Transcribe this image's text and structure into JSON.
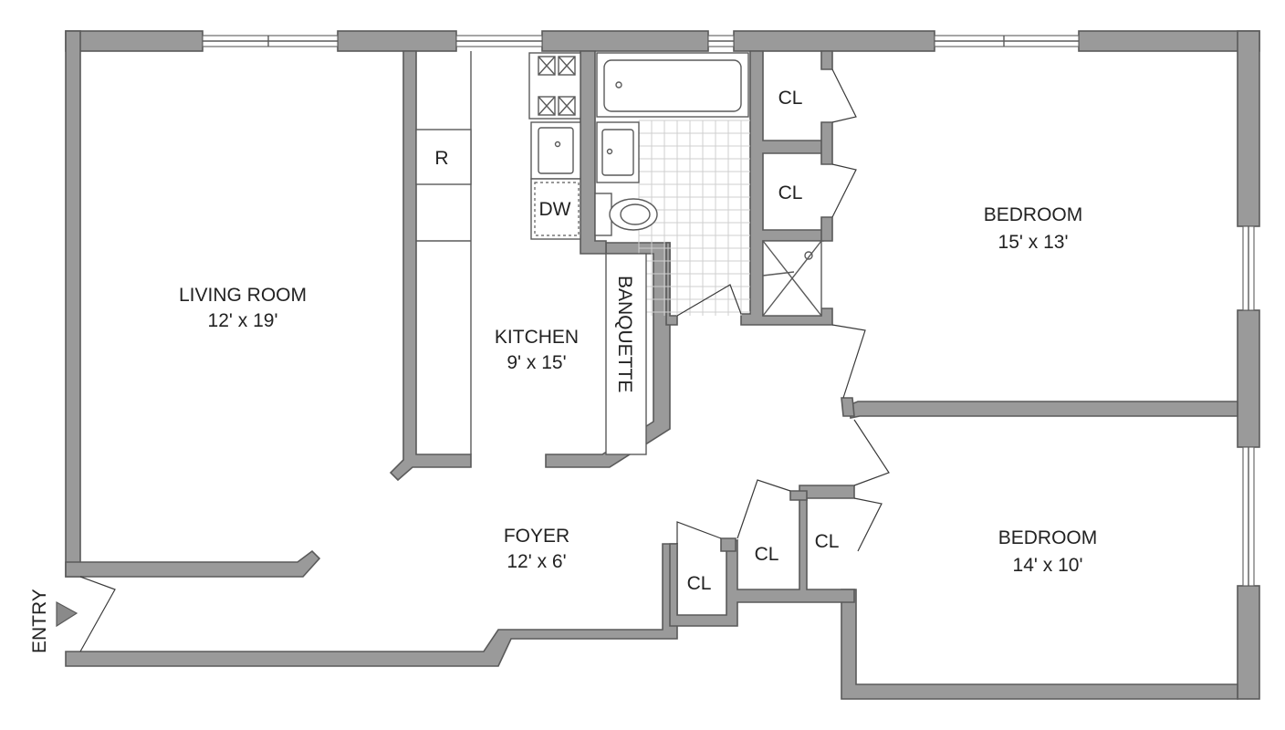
{
  "rooms": {
    "living": {
      "name": "LIVING ROOM",
      "size": "12' x 19'"
    },
    "kitchen": {
      "name": "KITCHEN",
      "size": "9' x 15'"
    },
    "foyer": {
      "name": "FOYER",
      "size": "12' x 6'"
    },
    "bedroom1": {
      "name": "BEDROOM",
      "size": "15' x 13'"
    },
    "bedroom2": {
      "name": "BEDROOM",
      "size": "14' x 10'"
    }
  },
  "fixtures": {
    "refrigerator": "R",
    "dishwasher": "DW",
    "banquette": "BANQUETTE",
    "closet": "CL"
  },
  "entry": "ENTRY",
  "colors": {
    "wall": "#9a9a9a",
    "wall_edge": "#5a5a5a",
    "text": "#222222"
  }
}
